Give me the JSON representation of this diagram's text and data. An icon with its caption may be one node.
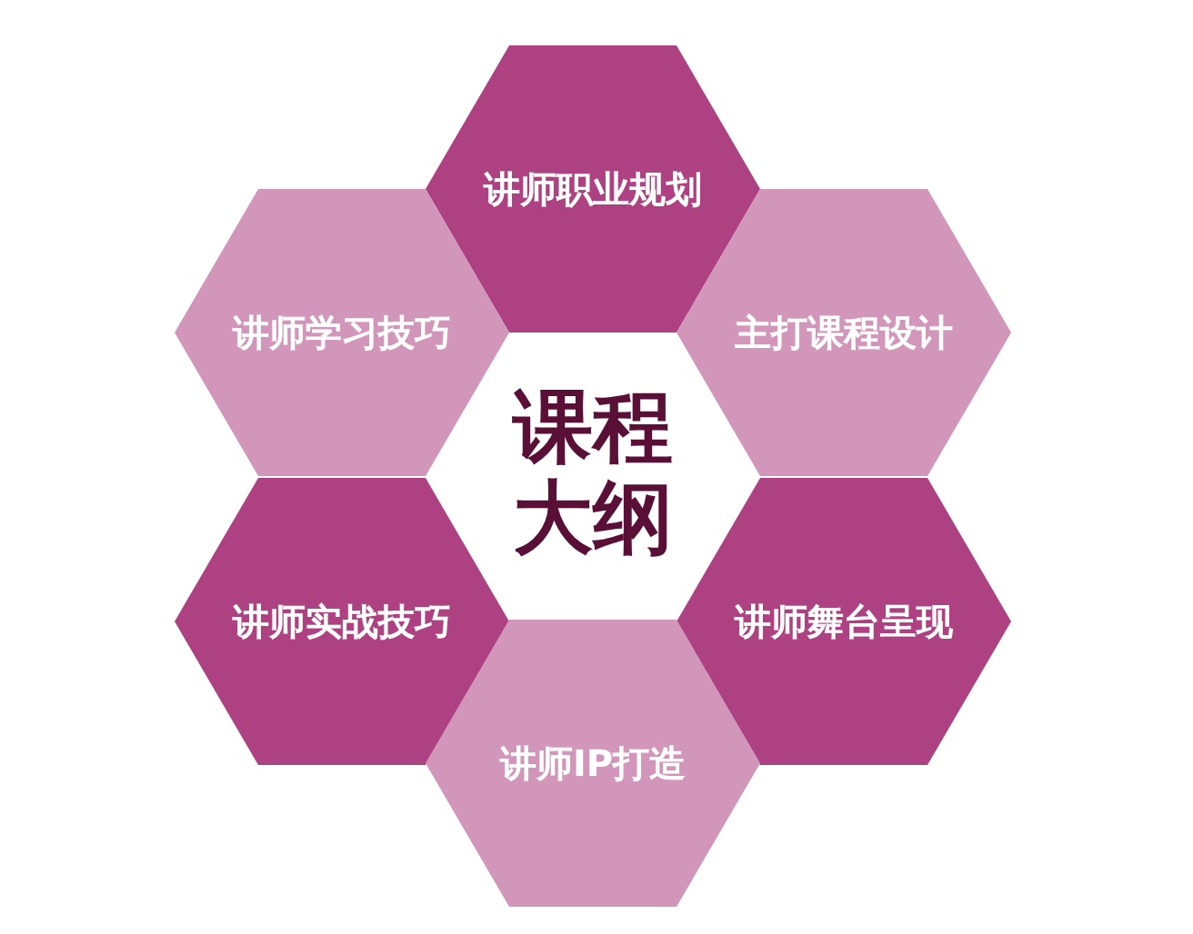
{
  "diagram": {
    "nodes": [
      {
        "text": [
          "讲师职业规划"
        ]
      },
      {
        "text": [
          "讲师学习技巧"
        ]
      },
      {
        "text": [
          "主打课程设计"
        ]
      },
      {
        "text": [
          "课程大纲"
        ]
      },
      {
        "text": [
          "讲师实战技巧"
        ]
      },
      {
        "text": [
          "讲师舞台呈现"
        ]
      },
      {
        "text": [
          "讲师IP打造"
        ]
      }
    ]
  }
}
